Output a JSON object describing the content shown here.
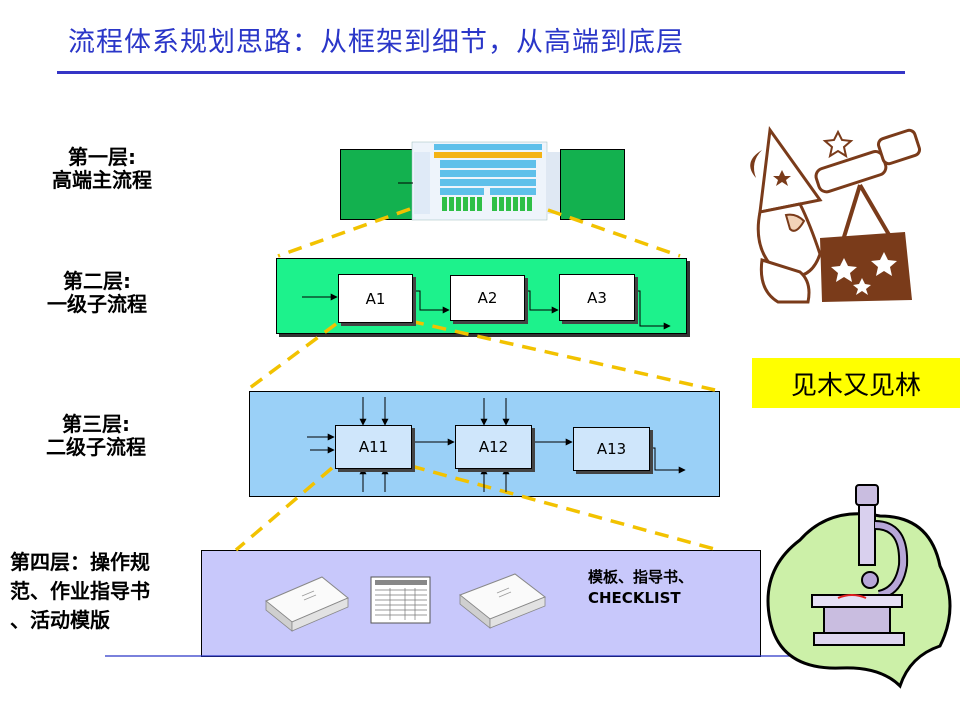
{
  "title": "流程体系规划思路：从框架到细节，从高端到底层",
  "layers": [
    {
      "label_line1": "第一层:",
      "label_line2": "高端主流程"
    },
    {
      "label_line1": "第二层:",
      "label_line2": "一级子流程"
    },
    {
      "label_line1": "第三层:",
      "label_line2": "二级子流程"
    },
    {
      "label_lines": [
        "第四层：操作规",
        "范、作业指导书",
        "、活动模版"
      ]
    }
  ],
  "level2_processes": [
    "A1",
    "A2",
    "A3"
  ],
  "level3_processes": [
    "A11",
    "A12",
    "A13"
  ],
  "callout": "见木又见林",
  "layer4_note": {
    "line1": "模板、指导书、",
    "line2": "CHECKLIST"
  },
  "colors": {
    "title": "#2a36c8",
    "layer1_box": "#13b14f",
    "layer2_box": "#1df28c",
    "layer3_box": "#9ad0f7",
    "layer4_box": "#c8c8fb",
    "dashed_connector": "#f2c200",
    "callout_bg": "#ffff00"
  },
  "icons": {
    "wizard": "wizard-with-telescope-icon",
    "microscope": "microscope-icon",
    "documents": [
      "document-stack-icon",
      "form-sheet-icon",
      "document-stack-icon"
    ]
  }
}
